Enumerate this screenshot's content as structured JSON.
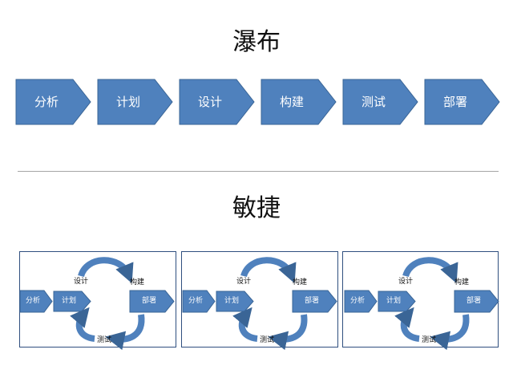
{
  "waterfall": {
    "title": "瀑布",
    "steps": [
      "分析",
      "计划",
      "设计",
      "构建",
      "测试",
      "部署"
    ]
  },
  "agile": {
    "title": "敏捷",
    "cycle_labels": {
      "analyze": "分析",
      "plan": "计划",
      "design": "设计",
      "build": "构建",
      "deploy": "部署",
      "test": "测试"
    },
    "panel_count": 3
  },
  "colors": {
    "arrow_fill": "#4f81bd",
    "arrow_stroke": "#3a6596",
    "panel_border": "#2f4f7f",
    "divider": "#a6a6a6"
  }
}
